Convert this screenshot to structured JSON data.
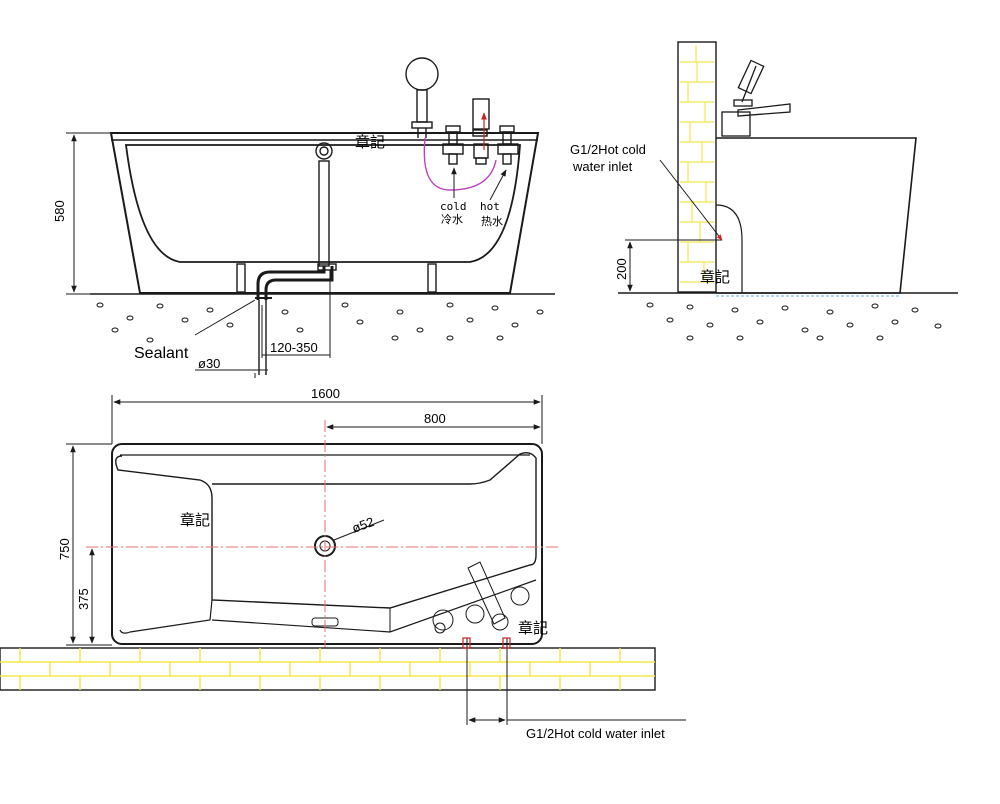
{
  "front_view": {
    "height_dim": "580",
    "stamp": "章記",
    "cold_label": "cold",
    "cold_label_cn": "冷水",
    "hot_label": "hot",
    "hot_label_cn": "热水",
    "sealant_label": "Sealant",
    "drain_dia_dim": "ø30",
    "drain_range_dim": "120-350"
  },
  "side_view": {
    "inlet_label_line1": "G1/2Hot cold",
    "inlet_label_line2": "water inlet",
    "height_dim": "200",
    "stamp": "章記"
  },
  "plan_view": {
    "length_dim": "1600",
    "half_length_dim": "800",
    "width_dim": "750",
    "half_width_dim": "375",
    "waste_dia_dim": "ø52",
    "stamp_left": "章記",
    "stamp_right": "章記",
    "inlet_label": "G1/2Hot cold water inlet"
  },
  "colors": {
    "line": "#1a1a1a",
    "centerline": "#e07070",
    "hose": "#c040c0",
    "brick": "#f2e84a",
    "floor_dash": "#6ab0d8",
    "arrow_red": "#cc2222"
  }
}
